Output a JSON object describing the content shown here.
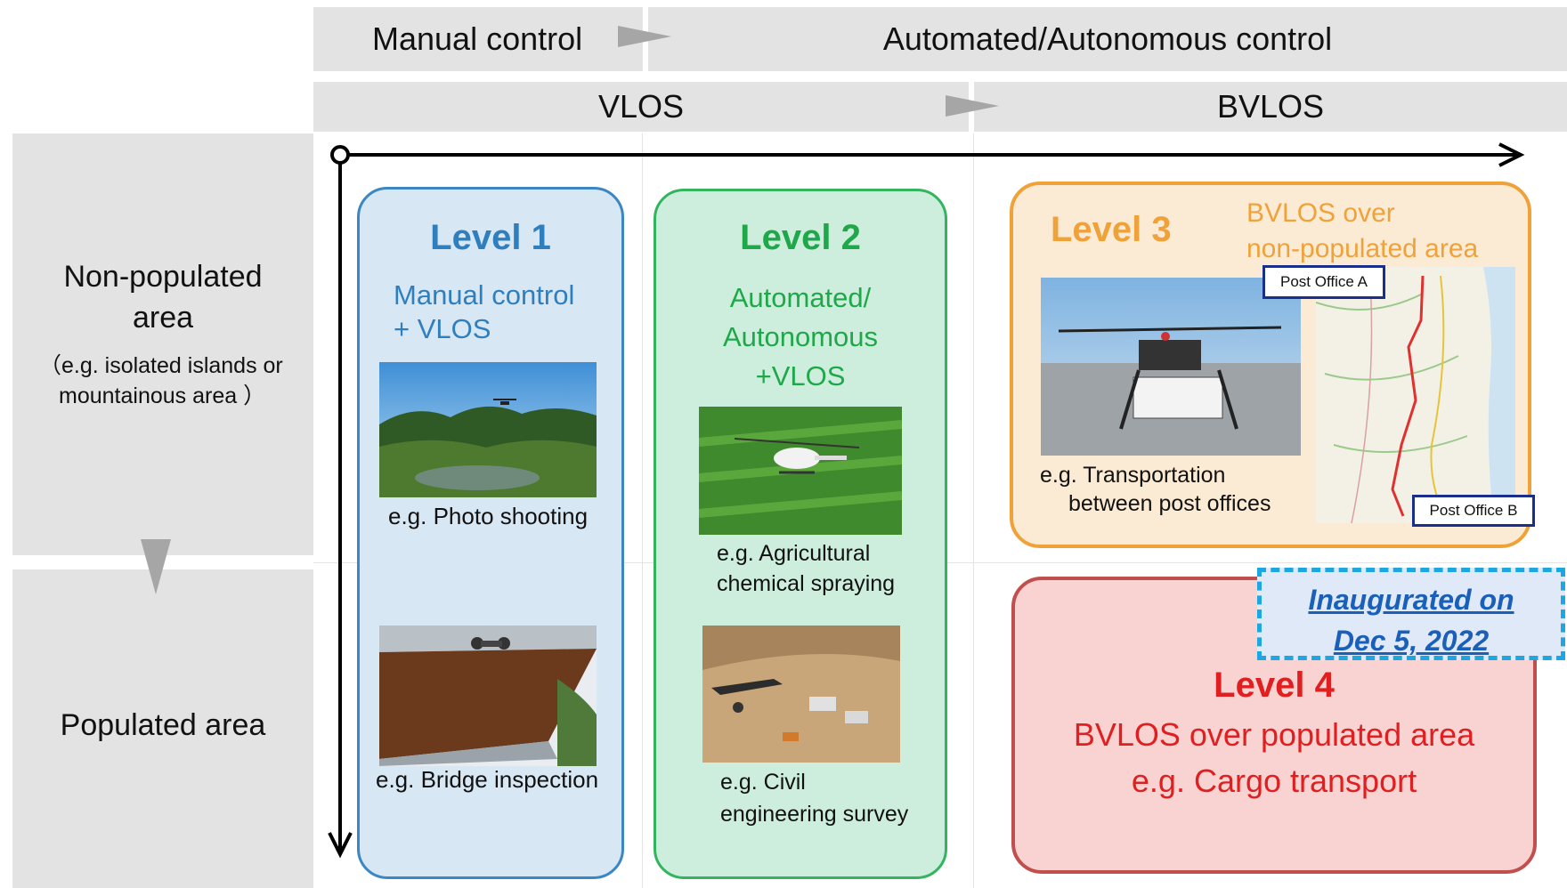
{
  "header": {
    "row1_left": "Manual  control",
    "row1_right": "Automated/Autonomous  control",
    "row2_left": "VLOS",
    "row2_right": "BVLOS"
  },
  "rows": {
    "top_label_line1": "Non-populated",
    "top_label_line2": "area",
    "top_sub_line1": "（e.g. isolated islands or",
    "top_sub_line2": "mountainous area ）",
    "bottom_label": "Populated  area"
  },
  "level1": {
    "title": "Level 1",
    "line1": "Manual control",
    "line2": "+ VLOS",
    "caption1": "e.g. Photo shooting",
    "caption2": "e.g. Bridge inspection"
  },
  "level2": {
    "title": "Level 2",
    "line1": "Automated/",
    "line2": "Autonomous",
    "line3": "+VLOS",
    "caption1_line1": "e.g. Agricultural",
    "caption1_line2": "chemical spraying",
    "caption2_line1": "e.g. Civil",
    "caption2_line2": "engineering survey"
  },
  "level3": {
    "title": "Level 3",
    "sub_line1": "BVLOS over",
    "sub_line2": "non-populated area",
    "caption_line1": "e.g. Transportation",
    "caption_line2": "between post offices",
    "map_label_a": "Post Office A",
    "map_label_b": "Post Office B"
  },
  "level4": {
    "title": "Level 4",
    "line1": "BVLOS over populated area",
    "line2": "e.g. Cargo transport",
    "badge_line1": "Inaugurated on",
    "badge_line2": "Dec 5, 2022"
  },
  "colors": {
    "level1": "#2f7fbf",
    "level2": "#1fa84a",
    "level3": "#f0a23a",
    "level4": "#e02020",
    "badge": "#1a5fb8"
  }
}
